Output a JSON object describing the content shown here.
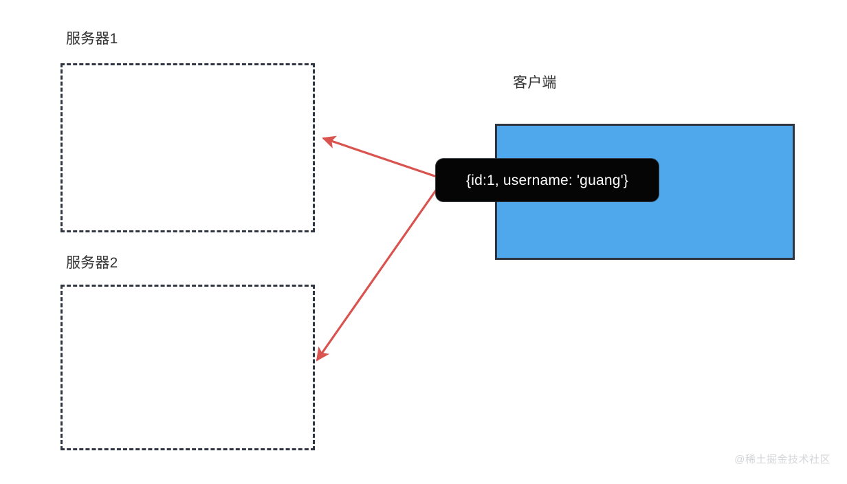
{
  "diagram": {
    "title": "",
    "background_color": "#ffffff",
    "nodes": [
      {
        "id": "server1",
        "label": "服务器1",
        "shape": "dashed-rectangle",
        "border_color": "#2e3440",
        "fill": "none"
      },
      {
        "id": "server2",
        "label": "服务器2",
        "shape": "dashed-rectangle",
        "border_color": "#2e3440",
        "fill": "none"
      },
      {
        "id": "client",
        "label": "客户端",
        "shape": "rectangle",
        "border_color": "#2e3440",
        "fill": "#4fa8ec"
      }
    ],
    "badge": {
      "text": "{id:1, username: 'guang'}",
      "background_color": "#050505",
      "text_color": "#ffffff"
    },
    "arrows": [
      {
        "id": "client-to-server1",
        "from": "client",
        "to": "server1",
        "color": "#d9534f",
        "style": "solid-arrowhead"
      },
      {
        "id": "client-to-server2",
        "from": "client",
        "to": "server2",
        "color": "#d9534f",
        "style": "solid-arrowhead"
      }
    ],
    "watermark": "@稀土掘金技术社区"
  }
}
